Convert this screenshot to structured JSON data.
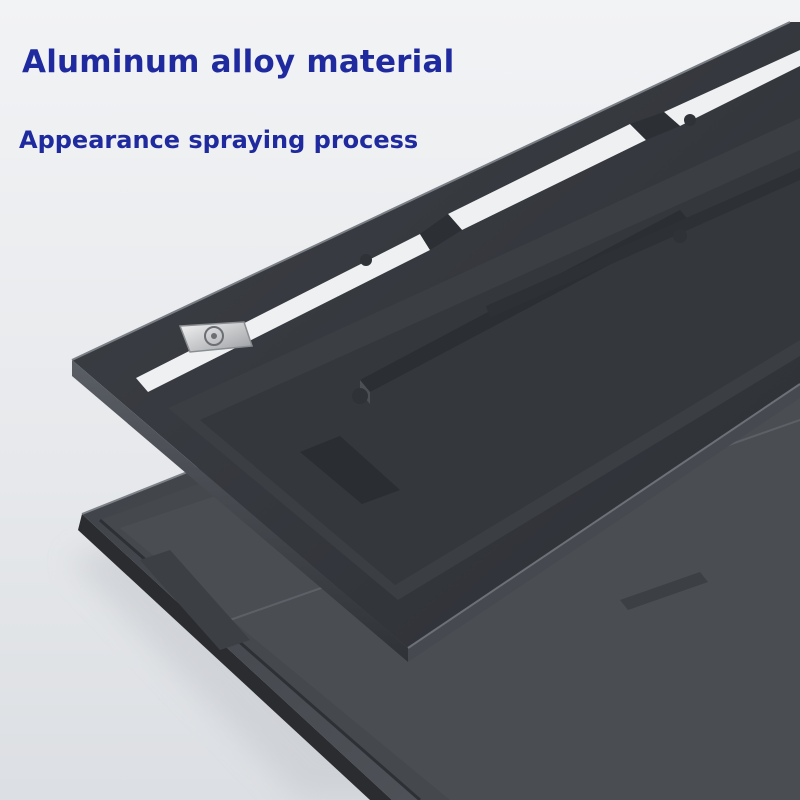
{
  "text": {
    "headline": "Aluminum alloy material",
    "subline": "Appearance spraying process"
  },
  "colors": {
    "text_blue": "#1f2a9e",
    "metal_dark": "#3a3d42",
    "metal_mid": "#55595f",
    "background": "#e9ebee"
  },
  "product": {
    "subject": "keyboard-case",
    "parts": [
      "top-frame",
      "bottom-case",
      "frame-badge"
    ]
  }
}
